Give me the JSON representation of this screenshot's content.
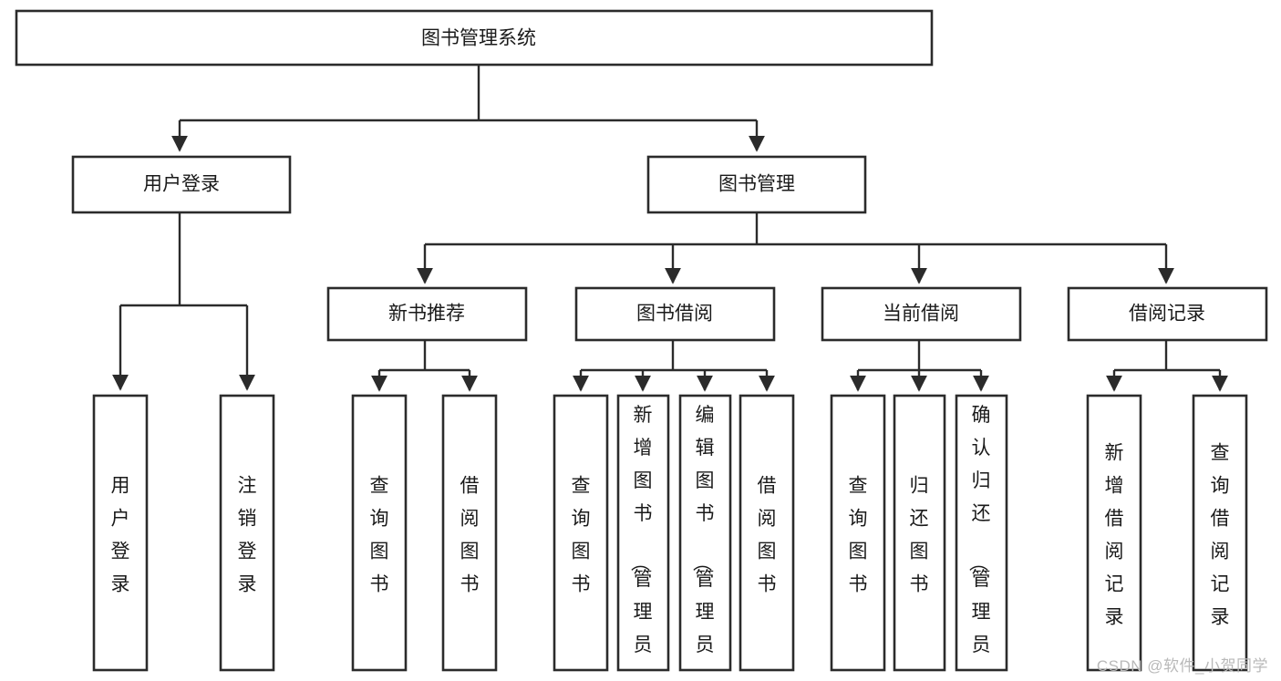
{
  "diagram": {
    "type": "hierarchy-tree",
    "title": "图书管理系统",
    "watermark": "CSDN @软件_小贺同学",
    "colors": {
      "box_fill": "#ffffff",
      "box_stroke": "#2b2b2b",
      "line": "#2b2b2b",
      "text": "#1a1a1a",
      "watermark": "#b9b9b9",
      "background": "#ffffff"
    },
    "levels": [
      {
        "level": 0,
        "nodes": [
          {
            "id": "root",
            "label": "图书管理系统",
            "orientation": "horizontal"
          }
        ]
      },
      {
        "level": 1,
        "nodes": [
          {
            "id": "login",
            "label": "用户登录",
            "orientation": "horizontal",
            "parent": "root"
          },
          {
            "id": "bookmgmt",
            "label": "图书管理",
            "orientation": "horizontal",
            "parent": "root"
          }
        ]
      },
      {
        "level": 2,
        "nodes": [
          {
            "id": "newbook",
            "label": "新书推荐",
            "orientation": "horizontal",
            "parent": "bookmgmt"
          },
          {
            "id": "borrow",
            "label": "图书借阅",
            "orientation": "horizontal",
            "parent": "bookmgmt"
          },
          {
            "id": "current",
            "label": "当前借阅",
            "orientation": "horizontal",
            "parent": "bookmgmt"
          },
          {
            "id": "record",
            "label": "借阅记录",
            "orientation": "horizontal",
            "parent": "bookmgmt"
          }
        ]
      },
      {
        "level": 3,
        "nodes": [
          {
            "id": "leaf1",
            "label": "用户登录",
            "orientation": "vertical",
            "parent": "login",
            "align": "middle"
          },
          {
            "id": "leaf2",
            "label": "注销登录",
            "orientation": "vertical",
            "parent": "login",
            "align": "middle"
          },
          {
            "id": "leaf3",
            "label": "查询图书",
            "orientation": "vertical",
            "parent": "newbook",
            "align": "middle"
          },
          {
            "id": "leaf4",
            "label": "借阅图书",
            "orientation": "vertical",
            "parent": "newbook",
            "align": "middle"
          },
          {
            "id": "leaf5",
            "label": "查询图书",
            "orientation": "vertical",
            "parent": "borrow",
            "align": "middle"
          },
          {
            "id": "leaf6",
            "label": "新增图书（管理员）",
            "orientation": "vertical",
            "parent": "borrow",
            "align": "top"
          },
          {
            "id": "leaf7",
            "label": "编辑图书（管理员）",
            "orientation": "vertical",
            "parent": "borrow",
            "align": "top"
          },
          {
            "id": "leaf8",
            "label": "借阅图书",
            "orientation": "vertical",
            "parent": "borrow",
            "align": "middle"
          },
          {
            "id": "leaf9",
            "label": "查询图书",
            "orientation": "vertical",
            "parent": "current",
            "align": "middle"
          },
          {
            "id": "leaf10",
            "label": "归还图书",
            "orientation": "vertical",
            "parent": "current",
            "align": "middle"
          },
          {
            "id": "leaf11",
            "label": "确认归还（管理员）",
            "orientation": "vertical",
            "parent": "current",
            "align": "top"
          },
          {
            "id": "leaf12",
            "label": "新增借阅记录",
            "orientation": "vertical",
            "parent": "record",
            "align": "middle"
          },
          {
            "id": "leaf13",
            "label": "查询借阅记录",
            "orientation": "vertical",
            "parent": "record",
            "align": "middle"
          }
        ]
      }
    ]
  }
}
